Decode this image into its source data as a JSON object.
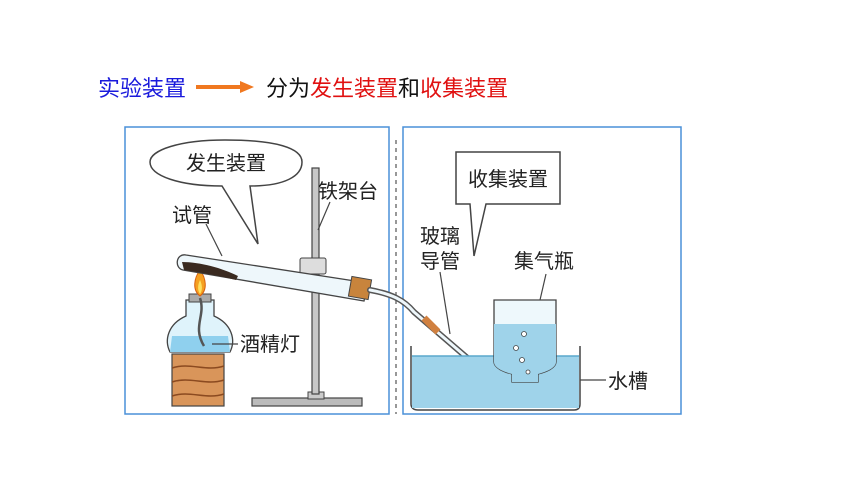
{
  "header": {
    "part1": "实验装置",
    "part2": "分为",
    "part3": "发生装置",
    "part4": "和",
    "part5": "收集装置",
    "colors": {
      "blue": "#1a1adc",
      "red": "#e01010",
      "arrow": "#f07820"
    }
  },
  "left_panel": {
    "bubble": "发生装置",
    "labels": {
      "test_tube": "试管",
      "iron_stand": "铁架台",
      "alcohol_lamp": "酒精灯"
    }
  },
  "right_panel": {
    "bubble": "收集装置",
    "labels": {
      "glass_tube_line1": "玻璃",
      "glass_tube_line2": "导管",
      "gas_bottle": "集气瓶",
      "water_trough": "水槽"
    }
  }
}
